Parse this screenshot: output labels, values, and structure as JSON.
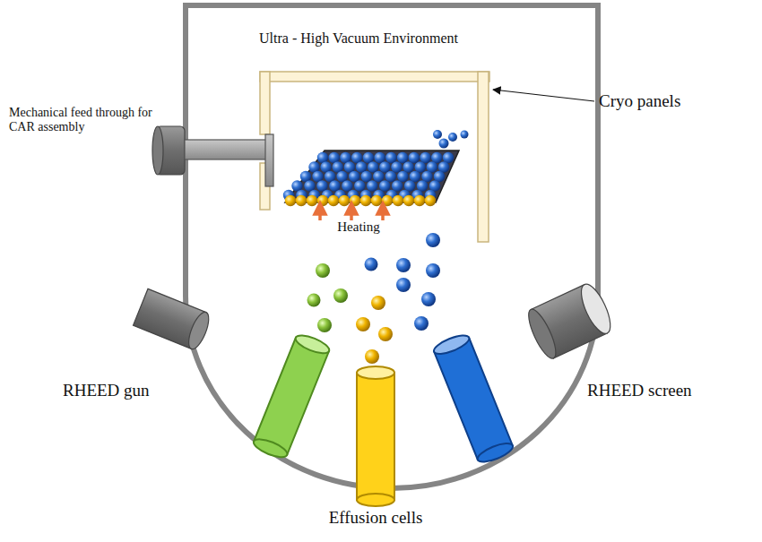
{
  "diagram": {
    "labels": [
      "Ultra - High Vacuum Environment",
      "Mechanical feed through for CAR assembly",
      "Cryo panels",
      "Heating",
      "RHEED gun",
      "RHEED screen",
      "Effusion cells"
    ]
  }
}
